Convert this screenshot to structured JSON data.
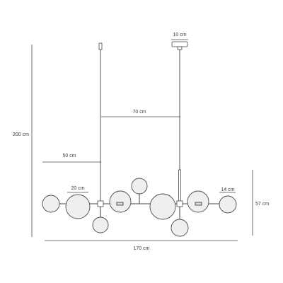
{
  "dimensions": {
    "canopy_width": "10 cm",
    "height_total": "200 cm",
    "cord_spacing": "70 cm",
    "side_drop": "50 cm",
    "globe_diameter": "20 cm",
    "small_globe_diameter": "14 cm",
    "fixture_height": "57 cm",
    "total_width": "170 cm"
  }
}
